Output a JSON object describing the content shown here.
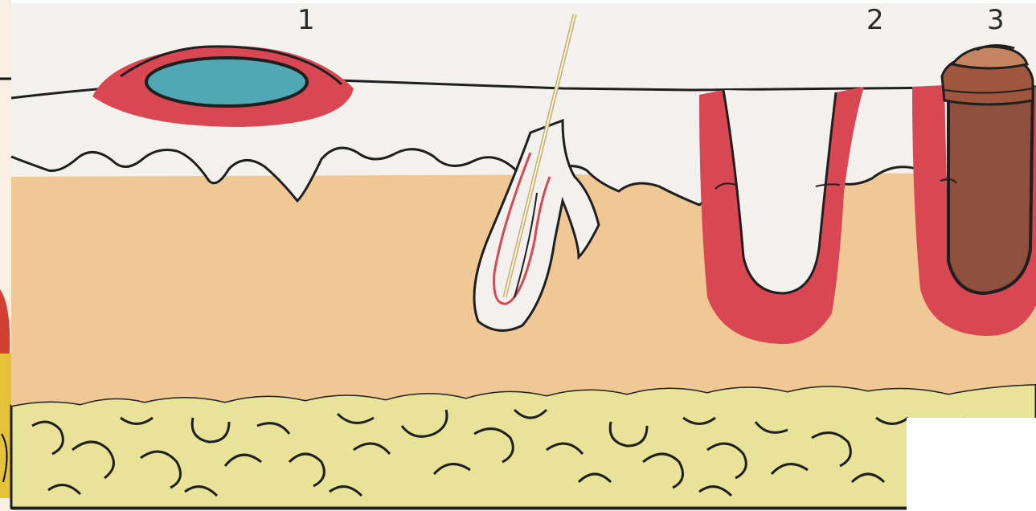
{
  "labels": {
    "one": "1",
    "two": "2",
    "three": "3"
  },
  "colors": {
    "epidermis": "#f3f1ee",
    "dermis": "#efc895",
    "fat": "#e9e39a",
    "inflamed_red": "#d94752",
    "blister_fluid": "#4fa8b4",
    "crust_brown": "#8f4f3d",
    "outline": "#1f1f1f"
  },
  "icons": [
    "hair-icon",
    "blister-icon",
    "ulcer-icon",
    "crusted-ulcer-icon"
  ]
}
